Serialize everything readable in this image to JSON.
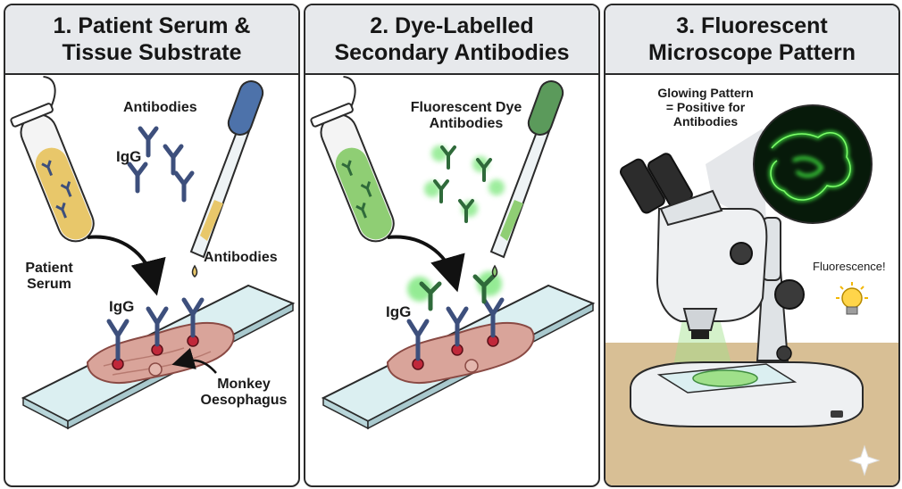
{
  "panels": [
    {
      "title_line1": "1. Patient Serum &",
      "title_line2": "Tissue Substrate",
      "labels": {
        "antibodies_top": "Antibodies",
        "igg_free": "IgG",
        "patient": "Patient",
        "serum": "Serum",
        "antibodies_drop": "Antibodies",
        "igg_slide": "IgG",
        "monkey": "Monkey",
        "oesophagus": "Oesophagus"
      }
    },
    {
      "title_line1": "2. Dye-Labelled",
      "title_line2": "Secondary Antibodies",
      "labels": {
        "dye_line1": "Fluorescent Dye",
        "dye_line2": "Antibodies",
        "igg_slide": "IgG"
      }
    },
    {
      "title_line1": "3. Fluorescent",
      "title_line2": "Microscope Pattern",
      "labels": {
        "glow_line1": "Glowing Pattern",
        "glow_line2": "= Positive for",
        "glow_line3": "Antibodies",
        "fluorescence": "Fluorescence!"
      }
    }
  ],
  "colors": {
    "antibody": "#3d4f7c",
    "antibody_fill": "#7f93b8",
    "serum": "#e8c76a",
    "green_fluid": "#8fce74",
    "fluor_green": "#3cdc3c",
    "tissue": "#d9a49a",
    "dot_red": "#c0283a",
    "slide": "#dbeff1",
    "floor": "#d8bf95",
    "dropper_blue": "#4d72aa",
    "dropper_green": "#5b9a5b"
  },
  "icons": [
    "serum-tube-icon",
    "dropper-icon",
    "antibody-icon",
    "microscope-icon",
    "lightbulb-icon",
    "sparkle-icon"
  ]
}
